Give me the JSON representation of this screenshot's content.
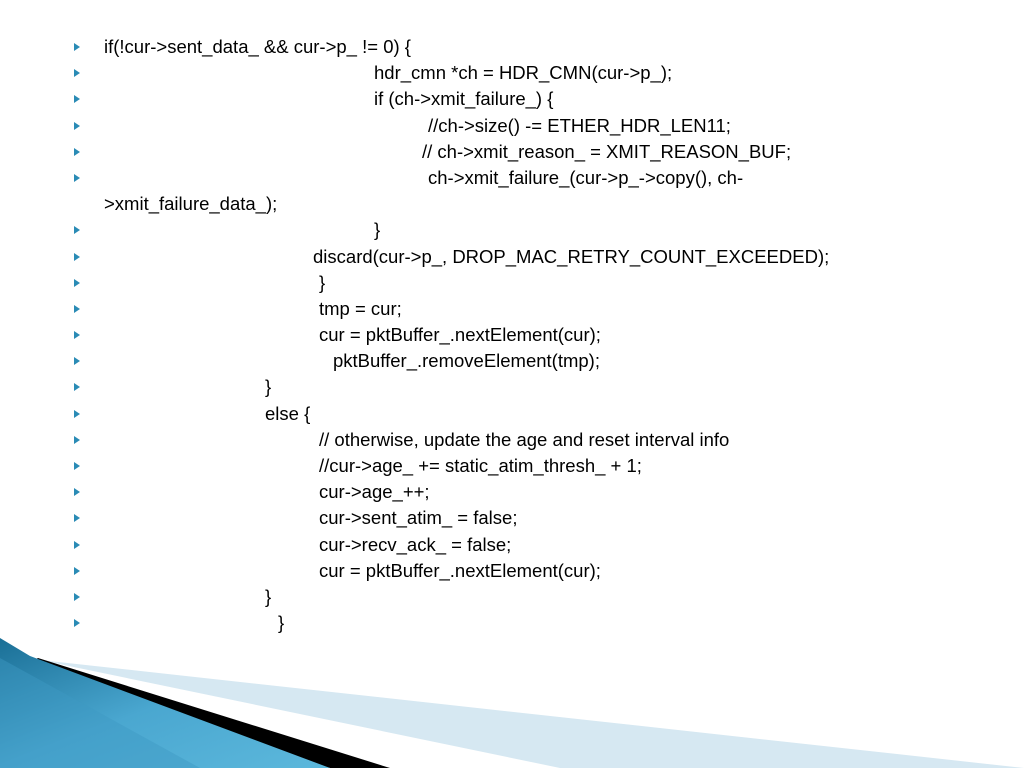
{
  "bullet_color": "#2a8bb5",
  "bullet_icon": "triangle-right-bullet",
  "code_lines": [
    {
      "text": "if(!cur->sent_data_ && cur->p_ != 0) {"
    },
    {
      "text": "hdr_cmn *ch = HDR_CMN(cur->p_);"
    },
    {
      "text": "if (ch->xmit_failure_) {"
    },
    {
      "text": "//ch->size() -= ETHER_HDR_LEN11;"
    },
    {
      "text": "// ch->xmit_reason_ = XMIT_REASON_BUF;"
    },
    {
      "text": "ch->xmit_failure_(cur->p_->copy(), ch-",
      "continuation": ">xmit_failure_data_);"
    },
    {
      "text": "}"
    },
    {
      "text": "discard(cur->p_, DROP_MAC_RETRY_COUNT_EXCEEDED);"
    },
    {
      "text": "}"
    },
    {
      "text": "tmp = cur;"
    },
    {
      "text": "cur = pktBuffer_.nextElement(cur);"
    },
    {
      "text": "pktBuffer_.removeElement(tmp);"
    },
    {
      "text": "}"
    },
    {
      "text": "else {"
    },
    {
      "text": "// otherwise, update the age and reset interval info"
    },
    {
      "text": "//cur->age_ += static_atim_thresh_ + 1;"
    },
    {
      "text": "cur->age_++;"
    },
    {
      "text": "cur->sent_atim_ = false;"
    },
    {
      "text": "cur->recv_ack_ = false;"
    },
    {
      "text": "cur = pktBuffer_.nextElement(cur);"
    },
    {
      "text": "}"
    },
    {
      "text": "}"
    }
  ],
  "decoration": {
    "blue_dark": "#1a6f96",
    "blue_light": "#5cb8dc",
    "pale_band": "#d6e8f2",
    "black_band": "#000000"
  }
}
